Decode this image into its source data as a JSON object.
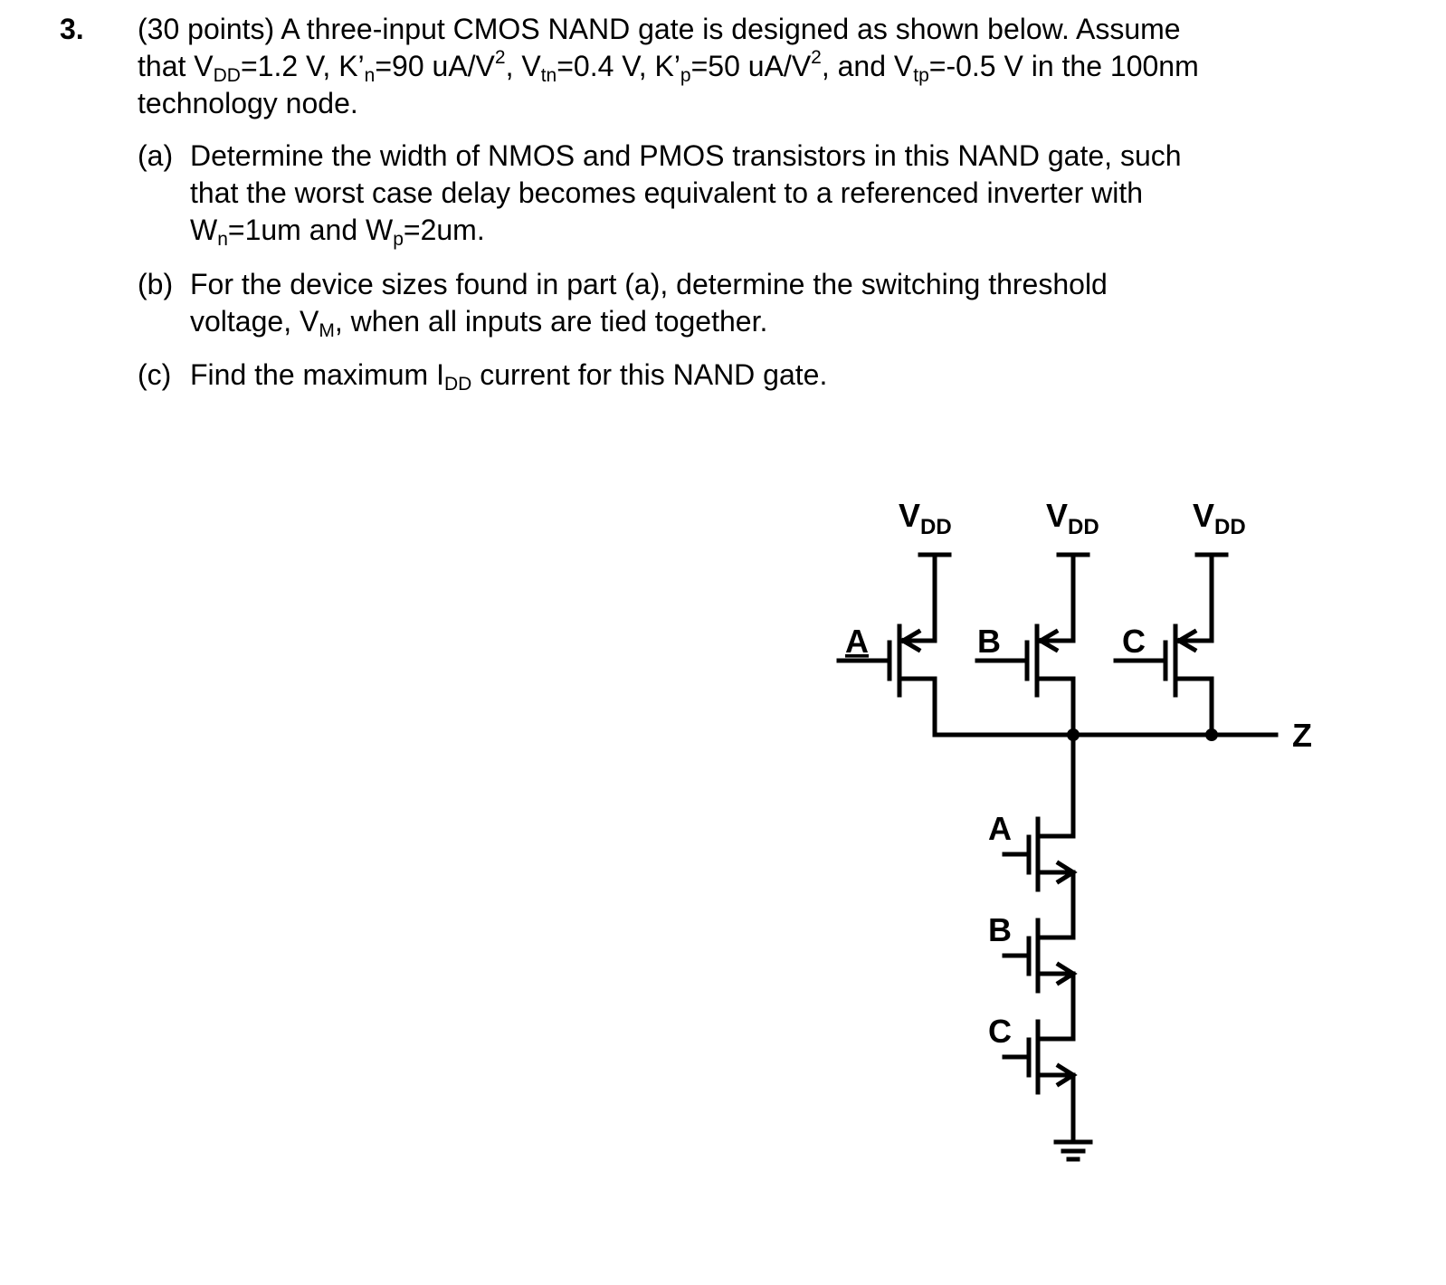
{
  "problem": {
    "number": "3.",
    "intro": {
      "points": "(30 points)",
      "line1_rest": " A three-input CMOS NAND gate is designed as shown below. Assume",
      "t_that": "that V",
      "s_dd": "DD",
      "t_vdd_val": "=1.2 V, K’",
      "s_n": "n",
      "t_kn_val": "=90 uA/V",
      "sup2a": "2",
      "t_vtn": ", V",
      "s_tn": "tn",
      "t_vtn_val": "=0.4 V, K’",
      "s_p": "p",
      "t_kp_val": "=50 uA/V",
      "sup2b": "2",
      "t_vtp": ", and V",
      "s_tp": "tp",
      "t_vtp_val": "=-0.5 V in the 100nm",
      "line3": "technology node."
    },
    "parts": [
      {
        "label": "(a)",
        "line1": "Determine the width of NMOS and PMOS transistors in this NAND gate, such",
        "line2": "that the worst case delay becomes equivalent to a referenced inverter with",
        "w_n_pre": "W",
        "w_n_sub": "n",
        "w_n_val": "=1um and W",
        "w_p_sub": "p",
        "w_p_val": "=2um."
      },
      {
        "label": "(b)",
        "line1": "For the device sizes found in part (a), determine the switching threshold",
        "line2_pre": "voltage, V",
        "line2_sub": "M",
        "line2_post": ", when all inputs are tied together."
      },
      {
        "label": "(c)",
        "pre": "Find the maximum I",
        "sub": "DD",
        "post": " current for this NAND gate."
      }
    ]
  },
  "circuit": {
    "supply_label": "V",
    "supply_sub": "DD",
    "pmos_inputs": [
      "A",
      "B",
      "C"
    ],
    "nmos_inputs": [
      "A",
      "B",
      "C"
    ],
    "output_label": "Z"
  }
}
